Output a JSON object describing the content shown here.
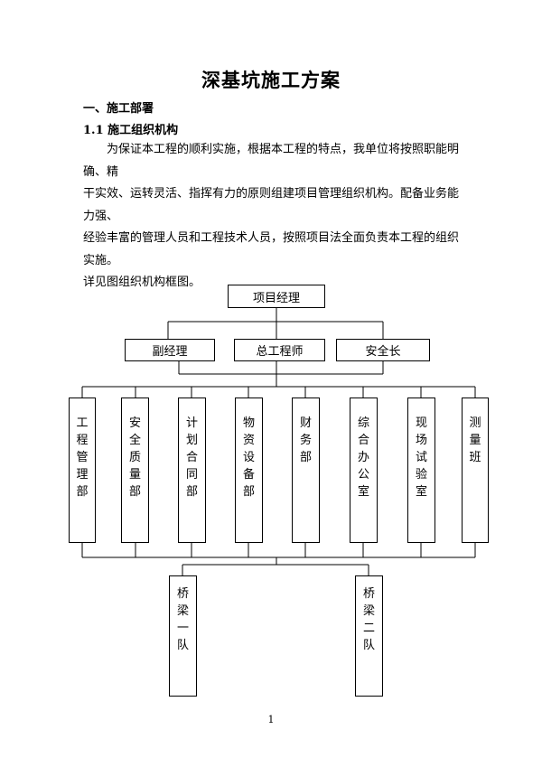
{
  "doc": {
    "title": "深基坑施工方案",
    "section1": "一、施工部署",
    "section1_1": "1.1 施工组织机构",
    "paragraph_lines": [
      "为保证本工程的顺利实施，根据本工程的特点，我单位将按照职能明确、精",
      "干实效、运转灵活、指挥有力的原则组建项目管理组织机构。配备业务能力强、",
      "经验丰富的管理人员和工程技术人员，按照项目法全面负责本工程的组织实施。",
      "详见图组织机构框图。"
    ],
    "page_number": "1"
  },
  "org_chart": {
    "top": "项目经理",
    "level2": [
      "副经理",
      "总工程师",
      "安全长"
    ],
    "departments": [
      "工程管理部",
      "安全质量部",
      "计划合同部",
      "物资设备部",
      "财务部",
      "综合办公室",
      "现场试验室",
      "测量班"
    ],
    "teams": [
      "桥梁一队",
      "桥梁二队"
    ]
  }
}
